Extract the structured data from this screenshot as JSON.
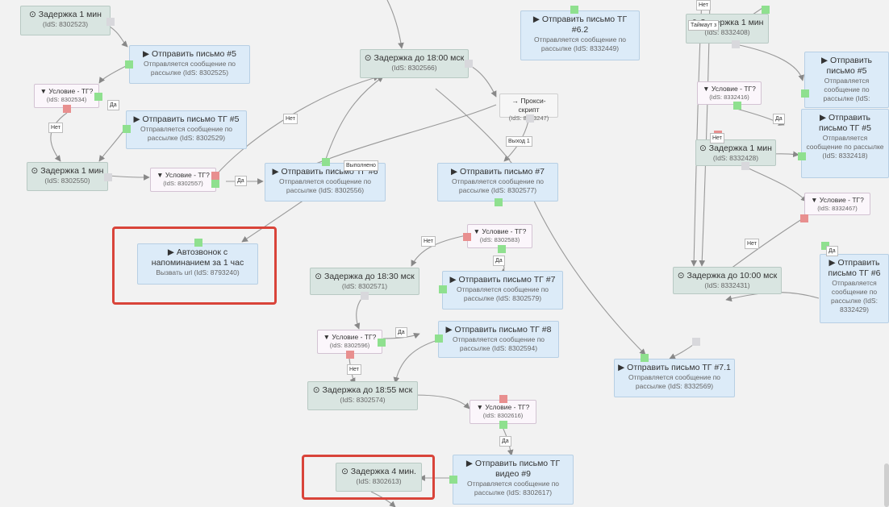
{
  "nodes": [
    {
      "id": "n1",
      "title": "⊙ Задержка 1 мин",
      "sub": "(IdS: 8302523)"
    },
    {
      "id": "n2",
      "title": "▶ Отправить письмо #5",
      "sub": "Отправляется сообщение по рассылке (IdS: 8302525)"
    },
    {
      "id": "n3",
      "title": "▼ Условие - ТГ?",
      "sub": "(IdS: 8302534)"
    },
    {
      "id": "n4",
      "title": "▶ Отправить письмо ТГ #5",
      "sub": "Отправляется сообщение по рассылке (IdS: 8302529)"
    },
    {
      "id": "n5",
      "title": "⊙ Задержка 1 мин",
      "sub": "(IdS: 8302550)"
    },
    {
      "id": "n6",
      "title": "▼ Условие - ТГ?",
      "sub": "(IdS: 8302557)"
    },
    {
      "id": "n7",
      "title": "▶ Отправить письмо ТГ #6",
      "sub": "Отправляется сообщение по рассылке (IdS: 8302556)"
    },
    {
      "id": "n8",
      "title": "⊙ Задержка до 18:00 мск",
      "sub": "(IdS: 8302566)"
    },
    {
      "id": "n9",
      "title": "▶ Отправить письмо ТГ #6.2",
      "sub": "Отправляется сообщение по рассылке (IdS: 8332449)"
    },
    {
      "id": "n10",
      "title": "→ Прокси-скрипт",
      "sub": "(IdS: 8793247)"
    },
    {
      "id": "n11",
      "title": "▶ Автозвонок с напоминанием за 1 час",
      "sub": "Вызвать url (IdS: 8793240)"
    },
    {
      "id": "n12",
      "title": "▶ Отправить письмо #7",
      "sub": "Отправляется сообщение по рассылке (IdS: 8302577)"
    },
    {
      "id": "n13",
      "title": "▼ Условие - ТГ?",
      "sub": "(IdS: 8302583)"
    },
    {
      "id": "n14",
      "title": "⊙ Задержка до 18:30 мск",
      "sub": "(IdS: 8302571)"
    },
    {
      "id": "n15",
      "title": "▶ Отправить письмо ТГ #7",
      "sub": "Отправляется сообщение по рассылке (IdS: 8302579)"
    },
    {
      "id": "n16",
      "title": "▼ Условие - ТГ?",
      "sub": "(IdS: 8302596)"
    },
    {
      "id": "n17",
      "title": "▶ Отправить письмо ТГ #8",
      "sub": "Отправляется сообщение по рассылке (IdS: 8302594)"
    },
    {
      "id": "n18",
      "title": "⊙ Задержка до 18:55 мск",
      "sub": "(IdS: 8302574)"
    },
    {
      "id": "n19",
      "title": "▼ Условие - ТГ?",
      "sub": "(IdS: 8302616)"
    },
    {
      "id": "n20",
      "title": "⊙ Задержка 4 мин.",
      "sub": "(IdS: 8302613)"
    },
    {
      "id": "n21",
      "title": "▶ Отправить письмо ТГ видео #9",
      "sub": "Отправляется сообщение по рассылке (IdS: 8302617)"
    },
    {
      "id": "n22",
      "title": "▶ Отправить письмо ТГ #7.1",
      "sub": "Отправляется сообщение по рассылке (IdS: 8332569)"
    },
    {
      "id": "n23",
      "title": "⊙ Задержка 1 мин",
      "sub": "(IdS: 8332408)"
    },
    {
      "id": "n24",
      "title": "▶ Отправить письмо #5",
      "sub": "Отправляется сообщение по рассылке (IdS:"
    },
    {
      "id": "n25",
      "title": "▼ Условие - ТГ?",
      "sub": "(IdS: 8332416)"
    },
    {
      "id": "n26",
      "title": "▶ Отправить письмо ТГ #5",
      "sub": "Отправляется сообщение по рассылке (IdS: 8332418)"
    },
    {
      "id": "n27",
      "title": "⊙ Задержка 1 мин",
      "sub": "(IdS: 8332428)"
    },
    {
      "id": "n28",
      "title": "▼ Условие - ТГ?",
      "sub": "(IdS: 8332467)"
    },
    {
      "id": "n29",
      "title": "⊙ Задержка до 10:00 мск",
      "sub": "(IdS: 8332431)"
    },
    {
      "id": "n30",
      "title": "▶ Отправить письмо ТГ #6",
      "sub": "Отправляется сообщение по рассылке (IdS: 8332429)"
    }
  ],
  "edge_labels": {
    "da": "Да",
    "net": "Нет",
    "done": "Выполнено",
    "exit1": "Выход 1",
    "timeout": "Таймаут з"
  }
}
